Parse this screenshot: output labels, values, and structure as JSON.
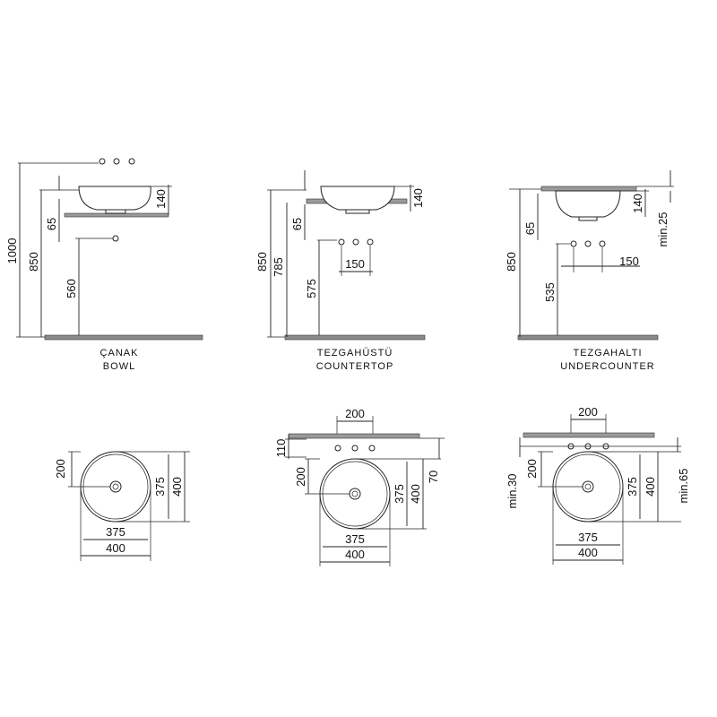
{
  "views": {
    "bowl": {
      "caption_tr": "ÇANAK",
      "caption_en": "BOWL",
      "elevation": {
        "d1000": "1000",
        "d850": "850",
        "d560": "560",
        "d65": "65",
        "d140": "140"
      },
      "plan": {
        "d200": "200",
        "d375v": "375",
        "d400v": "400",
        "d375h": "375",
        "d400h": "400"
      }
    },
    "countertop": {
      "caption_tr": "TEZGAHÜSTÜ",
      "caption_en": "COUNTERTOP",
      "elevation": {
        "d850": "850",
        "d785": "785",
        "d575": "575",
        "d65": "65",
        "d140": "140",
        "d150": "150"
      },
      "plan": {
        "d200top": "200",
        "d110": "110",
        "d200": "200",
        "d375v": "375",
        "d400v": "400",
        "d70": "70",
        "d375h": "375",
        "d400h": "400"
      }
    },
    "undercounter": {
      "caption_tr": "TEZGAHALTI",
      "caption_en": "UNDERCOUNTER",
      "elevation": {
        "d850": "850",
        "d535": "535",
        "d65": "65",
        "d140": "140",
        "dmin25": "min.25",
        "d150": "150"
      },
      "plan": {
        "d200top": "200",
        "dmin30": "min.30",
        "d200": "200",
        "d375v": "375",
        "d400v": "400",
        "dmin65": "min.65",
        "d375h": "375",
        "d400h": "400"
      }
    }
  }
}
